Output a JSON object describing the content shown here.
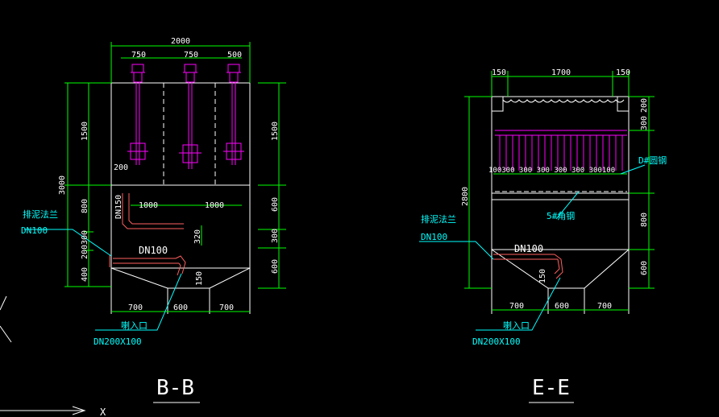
{
  "section_bb": {
    "title": "B-B",
    "dims": {
      "total_width": "2000",
      "drive_750a": "750",
      "drive_750b": "750",
      "drive_500": "500",
      "left_3000": "3000",
      "left_1500": "1500",
      "left_800": "800",
      "left_300": "300",
      "left_200": "200",
      "left_400": "400",
      "right_1500": "1500",
      "right_600a": "600",
      "right_300": "300",
      "right_600b": "600",
      "dim_200": "200",
      "pipe_1000a": "1000",
      "pipe_1000b": "1000",
      "dim_320": "320",
      "dim_150": "150",
      "bottom_700a": "700",
      "bottom_600": "600",
      "bottom_700b": "700"
    },
    "pipe_label": "DN100",
    "vert_pipe_label": "DN150",
    "drain_label": "排泥法兰",
    "drain_size": "DN100",
    "inlet_label": "喇入口",
    "inlet_size": "DN200X100"
  },
  "section_ee": {
    "title": "E-E",
    "dims": {
      "top_150a": "150",
      "top_1700": "1700",
      "top_150b": "150",
      "left_2800": "2800",
      "right_200": "200",
      "right_300": "300",
      "right_800": "800",
      "right_600": "600",
      "spacing": "100300  300  300  300  300  300100",
      "bottom_700a": "700",
      "bottom_600": "600",
      "bottom_700b": "700",
      "dim_150": "150"
    },
    "round_steel": "D#圆钢",
    "angle_steel": "5#角钢",
    "pipe_label": "DN100",
    "drain_label": "排泥法兰",
    "drain_size": "DN100",
    "inlet_label": "喇入口",
    "inlet_size": "DN200X100"
  },
  "ucs": {
    "x_label": "X"
  },
  "colors": {
    "dimension": "#00ff00",
    "outline": "#ffffff",
    "equipment": "#ff00ff",
    "leader": "#00ffff",
    "pipe": "#ff6060"
  }
}
